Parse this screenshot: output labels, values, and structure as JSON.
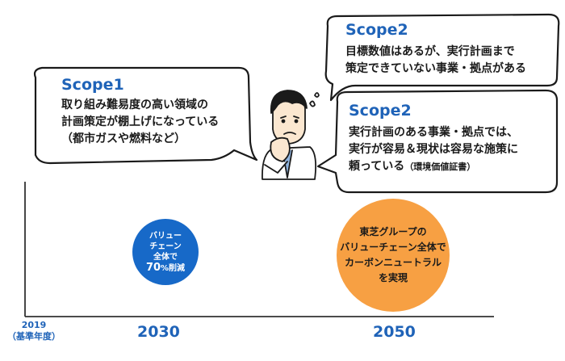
{
  "bubbles": {
    "left": {
      "title": "Scope1",
      "lines": [
        "取り組み難易度の高い領域の",
        "計画策定が棚上げになっている",
        "（都市ガスや燃料など）"
      ]
    },
    "top_right": {
      "title": "Scope2",
      "lines": [
        "目標数値はあるが、実行計画まで",
        "策定できていない事業・拠点がある"
      ]
    },
    "mid_right": {
      "title": "Scope2",
      "lines": [
        "実行計画のある事業・拠点では、",
        "実行が容易＆現状は容易な施策に"
      ],
      "last_line": "頼っている",
      "last_note": "（環境価値証書）"
    }
  },
  "circles": {
    "blue": {
      "lines": [
        "バリュー",
        "チェーン",
        "全体で"
      ],
      "value": "70",
      "suffix": "%削減",
      "color": "#1769c8"
    },
    "orange": {
      "lines": [
        "東芝グループの",
        "バリューチェーン全体で",
        "カーボンニュートラル",
        "を実現"
      ],
      "color": "#f7a043"
    }
  },
  "axis": {
    "start_year": "2019",
    "start_note": "（基準年度）",
    "mid_year": "2030",
    "end_year": "2050"
  },
  "colors": {
    "accent_blue": "#1f63b8",
    "worried_face_skin": "#fbe7d0"
  }
}
